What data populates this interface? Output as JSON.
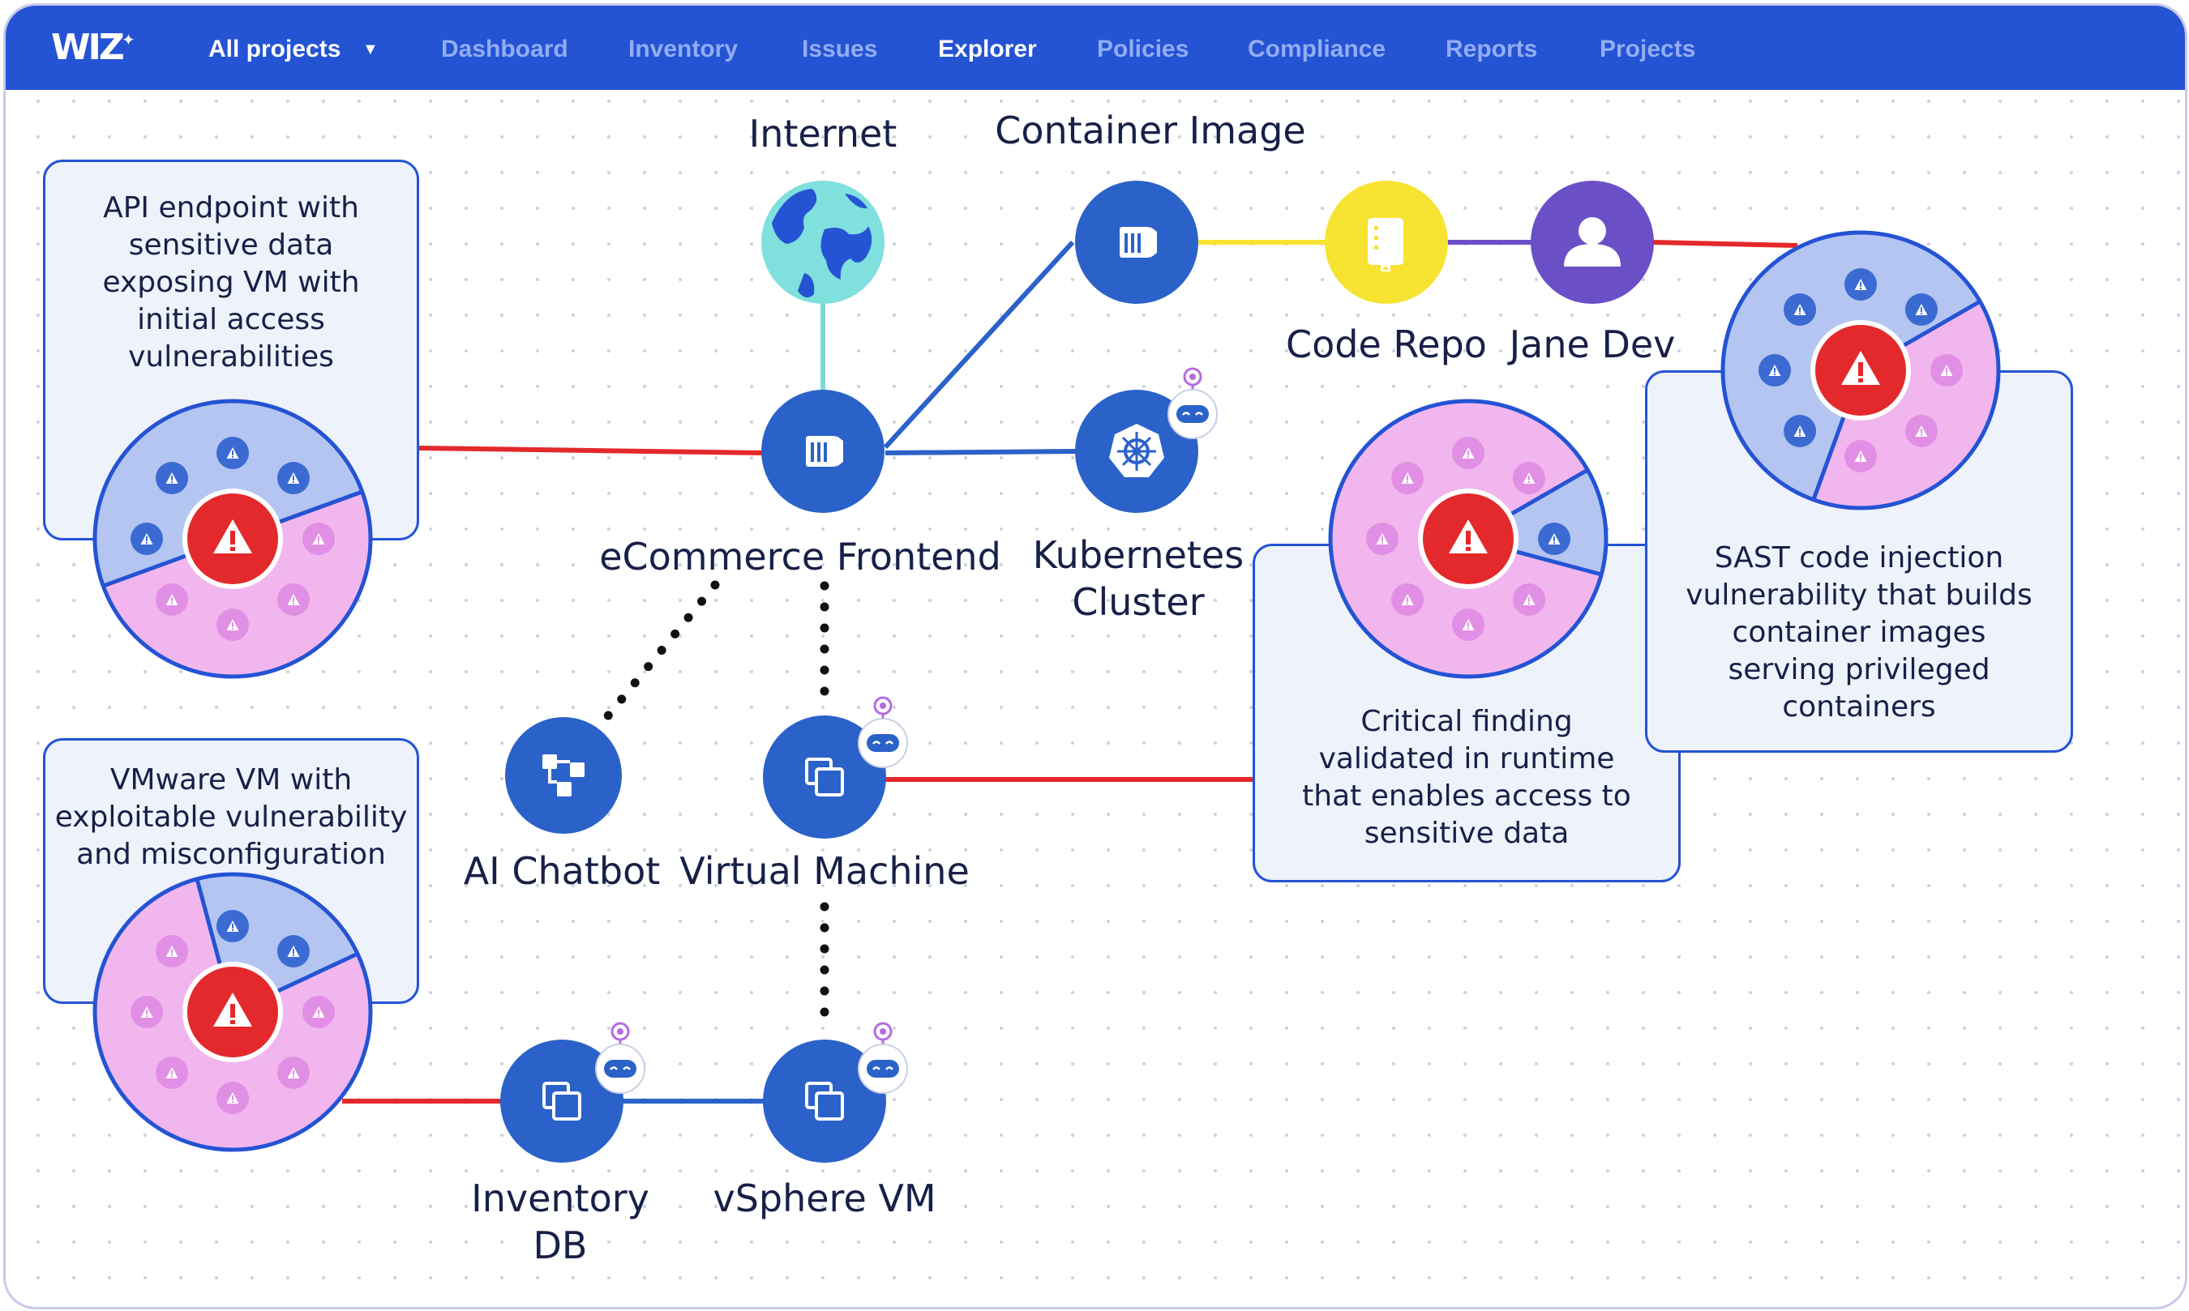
{
  "app": {
    "logo": "WIZ",
    "logo_mark": "✦",
    "project_selector": "All projects"
  },
  "nav": [
    {
      "label": "Dashboard",
      "active": false
    },
    {
      "label": "Inventory",
      "active": false
    },
    {
      "label": "Issues",
      "active": false
    },
    {
      "label": "Explorer",
      "active": true
    },
    {
      "label": "Policies",
      "active": false
    },
    {
      "label": "Compliance",
      "active": false
    },
    {
      "label": "Reports",
      "active": false
    },
    {
      "label": "Projects",
      "active": false
    }
  ],
  "nodes": {
    "internet": {
      "label": "Internet",
      "icon": "globe-icon"
    },
    "container_image": {
      "label": "Container Image",
      "icon": "container-icon"
    },
    "code_repo": {
      "label": "Code Repo",
      "icon": "repo-icon"
    },
    "jane_dev": {
      "label": "Jane Dev",
      "icon": "user-icon"
    },
    "ecommerce_frontend": {
      "label": "eCommerce Frontend",
      "icon": "container-icon"
    },
    "kubernetes_cluster": {
      "label_line1": "Kubernetes",
      "label_line2": "Cluster",
      "icon": "kubernetes-icon"
    },
    "ai_chatbot": {
      "label": "AI Chatbot",
      "icon": "ai-workflow-icon"
    },
    "virtual_machine": {
      "label": "Virtual Machine",
      "icon": "vm-icon"
    },
    "inventory_db": {
      "label_line1": "Inventory",
      "label_line2": "DB",
      "icon": "vm-icon"
    },
    "vsphere_vm": {
      "label": "vSphere VM",
      "icon": "vm-icon"
    }
  },
  "findings": {
    "api_endpoint": {
      "lines": [
        "API endpoint with",
        "sensitive data",
        "exposing VM with",
        "initial access",
        "vulnerabilities"
      ]
    },
    "vmware_vm": {
      "lines": [
        "VMware VM with",
        "exploitable vulnerability",
        "and misconfiguration"
      ]
    },
    "critical_runtime": {
      "lines": [
        "Critical finding",
        "validated in runtime",
        "that enables access to",
        "sensitive data"
      ]
    },
    "sast_injection": {
      "lines": [
        "SAST code injection",
        "vulnerability that builds",
        "container images",
        "serving privileged",
        "containers"
      ]
    }
  },
  "colors": {
    "brand": "#2453d4",
    "node": "#2b62c9",
    "critical": "#e3292b",
    "code_repo": "#f7e331",
    "jane_dev": "#6b4fc7",
    "globe": "#7fe0dd",
    "risk_blue": "#b4c5f1",
    "risk_pink": "#f1b6ee"
  }
}
